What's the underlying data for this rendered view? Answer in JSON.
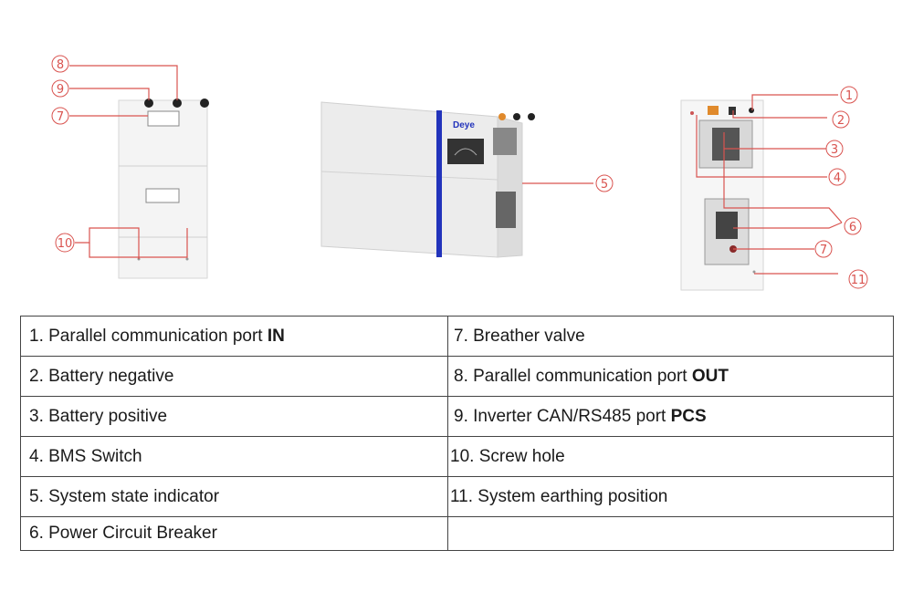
{
  "brand": {
    "logo": "Deye",
    "accent": "#2233bb"
  },
  "callouts": {
    "left": [
      "8",
      "9",
      "7",
      "10"
    ],
    "right": [
      "1",
      "2",
      "3",
      "4",
      "6",
      "7",
      "11"
    ],
    "middle": [
      "5"
    ],
    "color": "#d9534f"
  },
  "legend": {
    "rows": [
      {
        "left": {
          "text": "1. Parallel communication port ",
          "bold": "IN"
        },
        "right": {
          "text": "7. Breather valve",
          "bold": ""
        }
      },
      {
        "left": {
          "text": "2. Battery negative",
          "bold": ""
        },
        "right": {
          "text": "8. Parallel communication port ",
          "bold": "OUT"
        }
      },
      {
        "left": {
          "text": "3. Battery positive",
          "bold": ""
        },
        "right": {
          "text": "9. Inverter CAN/RS485 port ",
          "bold": "PCS"
        }
      },
      {
        "left": {
          "text": "4. BMS Switch",
          "bold": ""
        },
        "right": {
          "text": "10. Screw hole",
          "bold": ""
        }
      },
      {
        "left": {
          "text": "5. System state indicator",
          "bold": ""
        },
        "right": {
          "text": "11. System earthing position",
          "bold": ""
        }
      },
      {
        "left": {
          "text": "6. Power Circuit Breaker",
          "bold": ""
        },
        "right": {
          "text": "",
          "bold": ""
        }
      }
    ]
  }
}
